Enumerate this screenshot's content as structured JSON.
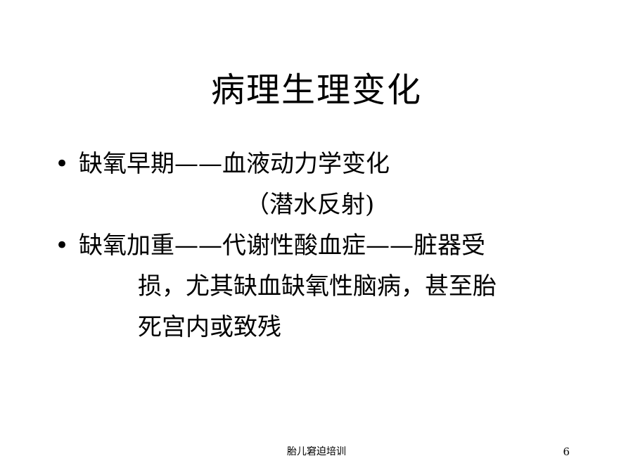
{
  "slide": {
    "title": "病理生理变化",
    "bullets": [
      {
        "marker": "•",
        "lines": [
          "缺氧早期——血液动力学变化",
          "（潜水反射)"
        ]
      },
      {
        "marker": "•",
        "lines": [
          "缺氧加重——代谢性酸血症——脏器受",
          "损，尤其缺血缺氧性脑病，甚至胎",
          "死宫内或致残"
        ]
      }
    ],
    "footer_text": "胎儿窘迫培训",
    "page_number": "6"
  },
  "colors": {
    "background": "#ffffff",
    "text": "#000000"
  }
}
